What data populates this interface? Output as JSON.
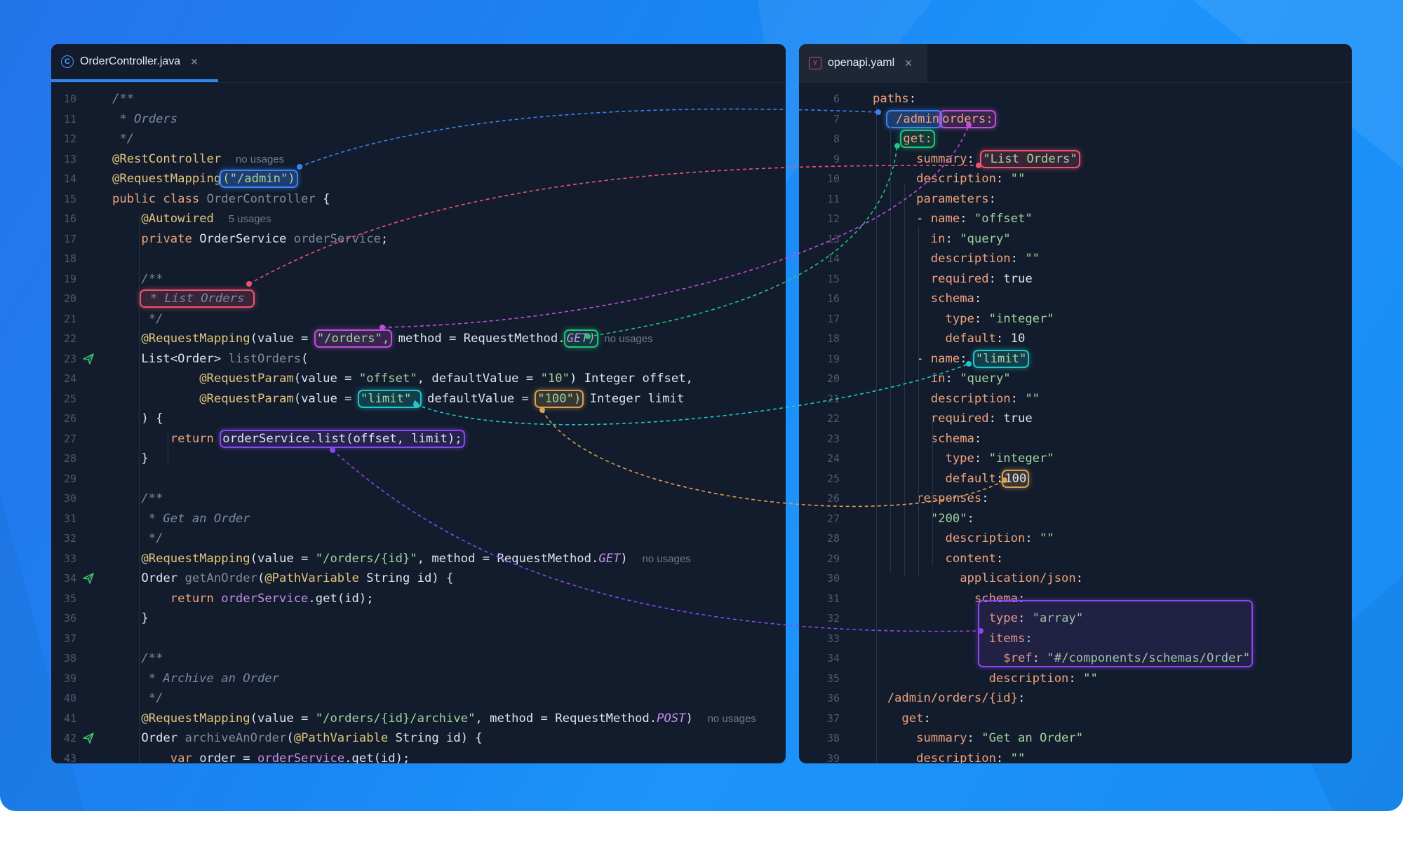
{
  "left": {
    "tab": {
      "icon": "java-class-icon",
      "label": "OrderController.java"
    },
    "lines": [
      {
        "num": "10",
        "tokens": [
          [
            "cm",
            "/**"
          ]
        ]
      },
      {
        "num": "11",
        "tokens": [
          [
            "cm",
            " * Orders"
          ]
        ]
      },
      {
        "num": "12",
        "tokens": [
          [
            "cm",
            " */"
          ]
        ]
      },
      {
        "num": "13",
        "tokens": [
          [
            "ann",
            "@RestController"
          ],
          [
            "txt",
            "  "
          ],
          [
            "hint",
            "no usages"
          ]
        ]
      },
      {
        "num": "14",
        "tokens": [
          [
            "ann",
            "@RequestMapping"
          ],
          [
            "hl-blue:str",
            "(\"/admin\")"
          ]
        ]
      },
      {
        "num": "15",
        "tokens": [
          [
            "kw",
            "public class "
          ],
          [
            "dim",
            "OrderController "
          ],
          [
            "txt",
            "{"
          ]
        ]
      },
      {
        "num": "16",
        "tokens": [
          [
            "txt",
            "    "
          ],
          [
            "ann",
            "@Autowired"
          ],
          [
            "txt",
            "  "
          ],
          [
            "hint",
            "5 usages"
          ]
        ]
      },
      {
        "num": "17",
        "tokens": [
          [
            "txt",
            "    "
          ],
          [
            "kw",
            "private "
          ],
          [
            "txt",
            "OrderService "
          ],
          [
            "dim",
            "orderService"
          ],
          [
            "txt",
            ";"
          ]
        ]
      },
      {
        "num": "18",
        "tokens": []
      },
      {
        "num": "19",
        "tokens": [
          [
            "cm",
            "    /**"
          ]
        ]
      },
      {
        "num": "20",
        "tokens": [
          [
            "txt",
            "    "
          ],
          [
            "hl-pink:cm",
            " * List Orders "
          ]
        ]
      },
      {
        "num": "21",
        "tokens": [
          [
            "cm",
            "     */"
          ]
        ]
      },
      {
        "num": "22",
        "tokens": [
          [
            "txt",
            "    "
          ],
          [
            "ann",
            "@RequestMapping"
          ],
          [
            "txt",
            "(value = "
          ],
          [
            "hl-magenta:str",
            "\"/orders\","
          ],
          [
            "txt",
            " method = RequestMethod."
          ],
          [
            "hl-green:en",
            "GET)"
          ],
          [
            "txt",
            " "
          ],
          [
            "hint",
            "no usages"
          ]
        ]
      },
      {
        "num": "23",
        "gutter": "send-icon",
        "tokens": [
          [
            "txt",
            "    List<Order> "
          ],
          [
            "dim",
            "listOrders"
          ],
          [
            "txt",
            "("
          ]
        ]
      },
      {
        "num": "24",
        "tokens": [
          [
            "txt",
            "            "
          ],
          [
            "ann",
            "@RequestParam"
          ],
          [
            "txt",
            "(value = "
          ],
          [
            "str",
            "\"offset\""
          ],
          [
            "txt",
            ", defaultValue = "
          ],
          [
            "str",
            "\"10\""
          ],
          [
            "txt",
            ") Integer offset,"
          ]
        ]
      },
      {
        "num": "25",
        "tokens": [
          [
            "txt",
            "            "
          ],
          [
            "ann",
            "@RequestParam"
          ],
          [
            "txt",
            "(value = "
          ],
          [
            "hl-cyan:str",
            "\"limit\","
          ],
          [
            "txt",
            " defaultValue = "
          ],
          [
            "hl-amber:str",
            "\"100\")"
          ],
          [
            "txt",
            " Integer limit"
          ]
        ]
      },
      {
        "num": "26",
        "tokens": [
          [
            "txt",
            "    ) {"
          ]
        ]
      },
      {
        "num": "27",
        "tokens": [
          [
            "txt",
            "        "
          ],
          [
            "kw",
            "return "
          ],
          [
            "hl-purple:txt",
            "orderService.list(offset, limit);"
          ]
        ]
      },
      {
        "num": "28",
        "tokens": [
          [
            "txt",
            "    }"
          ]
        ]
      },
      {
        "num": "29",
        "tokens": []
      },
      {
        "num": "30",
        "tokens": [
          [
            "cm",
            "    /**"
          ]
        ]
      },
      {
        "num": "31",
        "tokens": [
          [
            "cm",
            "     * Get an Order"
          ]
        ]
      },
      {
        "num": "32",
        "tokens": [
          [
            "cm",
            "     */"
          ]
        ]
      },
      {
        "num": "33",
        "tokens": [
          [
            "txt",
            "    "
          ],
          [
            "ann",
            "@RequestMapping"
          ],
          [
            "txt",
            "(value = "
          ],
          [
            "str",
            "\"/orders/{id}\""
          ],
          [
            "txt",
            ", method = RequestMethod."
          ],
          [
            "en",
            "GET"
          ],
          [
            "txt",
            ")  "
          ],
          [
            "hint",
            "no usages"
          ]
        ]
      },
      {
        "num": "34",
        "gutter": "send-icon",
        "tokens": [
          [
            "txt",
            "    Order "
          ],
          [
            "dim",
            "getAnOrder"
          ],
          [
            "txt",
            "("
          ],
          [
            "ann",
            "@PathVariable"
          ],
          [
            "txt",
            " String id) {"
          ]
        ]
      },
      {
        "num": "35",
        "tokens": [
          [
            "txt",
            "        "
          ],
          [
            "kw",
            "return "
          ],
          [
            "fld",
            "orderService"
          ],
          [
            "txt",
            ".get(id);"
          ]
        ]
      },
      {
        "num": "36",
        "tokens": [
          [
            "txt",
            "    }"
          ]
        ]
      },
      {
        "num": "37",
        "tokens": []
      },
      {
        "num": "38",
        "tokens": [
          [
            "cm",
            "    /**"
          ]
        ]
      },
      {
        "num": "39",
        "tokens": [
          [
            "cm",
            "     * Archive an Order"
          ]
        ]
      },
      {
        "num": "40",
        "tokens": [
          [
            "cm",
            "     */"
          ]
        ]
      },
      {
        "num": "41",
        "tokens": [
          [
            "txt",
            "    "
          ],
          [
            "ann",
            "@RequestMapping"
          ],
          [
            "txt",
            "(value = "
          ],
          [
            "str",
            "\"/orders/{id}/archive\""
          ],
          [
            "txt",
            ", method = RequestMethod."
          ],
          [
            "en",
            "POST"
          ],
          [
            "txt",
            ")  "
          ],
          [
            "hint",
            "no usages"
          ]
        ]
      },
      {
        "num": "42",
        "gutter": "send-icon",
        "tokens": [
          [
            "txt",
            "    Order "
          ],
          [
            "dim",
            "archiveAnOrder"
          ],
          [
            "txt",
            "("
          ],
          [
            "ann",
            "@PathVariable"
          ],
          [
            "txt",
            " String id) {"
          ]
        ]
      },
      {
        "num": "43",
        "tokens": [
          [
            "txt",
            "        "
          ],
          [
            "kw",
            "var "
          ],
          [
            "txt",
            "order = "
          ],
          [
            "fld",
            "orderService"
          ],
          [
            "txt",
            ".get(id);"
          ]
        ]
      }
    ]
  },
  "right": {
    "tab": {
      "icon": "yaml-file-icon",
      "label": "openapi.yaml"
    },
    "lines": [
      {
        "num": "6",
        "tokens": [
          [
            "key",
            "paths"
          ],
          [
            "txt",
            ":"
          ]
        ]
      },
      {
        "num": "7",
        "tokens": [
          [
            "txt",
            "  "
          ],
          [
            "hl-blue:key",
            " /admin"
          ],
          [
            "hl-magenta:key",
            "orders:"
          ]
        ]
      },
      {
        "num": "8",
        "tokens": [
          [
            "txt",
            "    "
          ],
          [
            "hl-green:key",
            "get:"
          ]
        ]
      },
      {
        "num": "9",
        "tokens": [
          [
            "txt",
            "      "
          ],
          [
            "key",
            "summary"
          ],
          [
            "txt",
            ": "
          ],
          [
            "hl-pink:yval",
            "\"List Orders\""
          ]
        ]
      },
      {
        "num": "10",
        "tokens": [
          [
            "txt",
            "      "
          ],
          [
            "key",
            "description"
          ],
          [
            "txt",
            ": "
          ],
          [
            "yval",
            "\"\""
          ]
        ]
      },
      {
        "num": "11",
        "tokens": [
          [
            "txt",
            "      "
          ],
          [
            "key",
            "parameters"
          ],
          [
            "txt",
            ":"
          ]
        ]
      },
      {
        "num": "12",
        "tokens": [
          [
            "txt",
            "      - "
          ],
          [
            "key",
            "name"
          ],
          [
            "txt",
            ": "
          ],
          [
            "yval",
            "\"offset\""
          ]
        ]
      },
      {
        "num": "13",
        "tokens": [
          [
            "txt",
            "        "
          ],
          [
            "key",
            "in"
          ],
          [
            "txt",
            ": "
          ],
          [
            "yval",
            "\"query\""
          ]
        ]
      },
      {
        "num": "14",
        "tokens": [
          [
            "txt",
            "        "
          ],
          [
            "key",
            "description"
          ],
          [
            "txt",
            ": "
          ],
          [
            "yval",
            "\"\""
          ]
        ]
      },
      {
        "num": "15",
        "tokens": [
          [
            "txt",
            "        "
          ],
          [
            "key",
            "required"
          ],
          [
            "txt",
            ": true"
          ]
        ]
      },
      {
        "num": "16",
        "tokens": [
          [
            "txt",
            "        "
          ],
          [
            "key",
            "schema"
          ],
          [
            "txt",
            ":"
          ]
        ]
      },
      {
        "num": "17",
        "tokens": [
          [
            "txt",
            "          "
          ],
          [
            "key",
            "type"
          ],
          [
            "txt",
            ": "
          ],
          [
            "yval",
            "\"integer\""
          ]
        ]
      },
      {
        "num": "18",
        "tokens": [
          [
            "txt",
            "          "
          ],
          [
            "key",
            "default"
          ],
          [
            "txt",
            ": 10"
          ]
        ]
      },
      {
        "num": "19",
        "tokens": [
          [
            "txt",
            "      - "
          ],
          [
            "key",
            "name"
          ],
          [
            "txt",
            ": "
          ],
          [
            "hl-cyan:yval",
            "\"limit\""
          ]
        ]
      },
      {
        "num": "20",
        "tokens": [
          [
            "txt",
            "        "
          ],
          [
            "key",
            "in"
          ],
          [
            "txt",
            ": "
          ],
          [
            "yval",
            "\"query\""
          ]
        ]
      },
      {
        "num": "21",
        "tokens": [
          [
            "txt",
            "        "
          ],
          [
            "key",
            "description"
          ],
          [
            "txt",
            ": "
          ],
          [
            "yval",
            "\"\""
          ]
        ]
      },
      {
        "num": "22",
        "tokens": [
          [
            "txt",
            "        "
          ],
          [
            "key",
            "required"
          ],
          [
            "txt",
            ": true"
          ]
        ]
      },
      {
        "num": "23",
        "tokens": [
          [
            "txt",
            "        "
          ],
          [
            "key",
            "schema"
          ],
          [
            "txt",
            ":"
          ]
        ]
      },
      {
        "num": "24",
        "tokens": [
          [
            "txt",
            "          "
          ],
          [
            "key",
            "type"
          ],
          [
            "txt",
            ": "
          ],
          [
            "yval",
            "\"integer\""
          ]
        ]
      },
      {
        "num": "25",
        "tokens": [
          [
            "txt",
            "          "
          ],
          [
            "key",
            "default"
          ],
          [
            "txt",
            ":"
          ],
          [
            "hl-amber:txt",
            "100"
          ]
        ]
      },
      {
        "num": "26",
        "tokens": [
          [
            "txt",
            "      "
          ],
          [
            "key",
            "responses"
          ],
          [
            "txt",
            ":"
          ]
        ]
      },
      {
        "num": "27",
        "tokens": [
          [
            "txt",
            "        "
          ],
          [
            "yval",
            "\"200\""
          ],
          [
            "txt",
            ":"
          ]
        ]
      },
      {
        "num": "28",
        "tokens": [
          [
            "txt",
            "          "
          ],
          [
            "key",
            "description"
          ],
          [
            "txt",
            ": "
          ],
          [
            "yval",
            "\"\""
          ]
        ]
      },
      {
        "num": "29",
        "tokens": [
          [
            "txt",
            "          "
          ],
          [
            "key",
            "content"
          ],
          [
            "txt",
            ":"
          ]
        ]
      },
      {
        "num": "30",
        "tokens": [
          [
            "txt",
            "            "
          ],
          [
            "key",
            "application/json"
          ],
          [
            "txt",
            ":"
          ]
        ]
      },
      {
        "num": "31",
        "tokens": [
          [
            "txt",
            "              "
          ],
          [
            "key",
            "schema"
          ],
          [
            "txt",
            ":"
          ]
        ]
      },
      {
        "num": "32",
        "tokens": [
          [
            "txt",
            "                "
          ],
          [
            "key",
            "type"
          ],
          [
            "txt",
            ": "
          ],
          [
            "yval",
            "\"array\""
          ]
        ]
      },
      {
        "num": "33",
        "tokens": [
          [
            "txt",
            "                "
          ],
          [
            "key",
            "items"
          ],
          [
            "txt",
            ":"
          ]
        ]
      },
      {
        "num": "34",
        "tokens": [
          [
            "txt",
            "                  "
          ],
          [
            "key",
            "$ref"
          ],
          [
            "txt",
            ": "
          ],
          [
            "yval",
            "\"#/components/schemas/Order\""
          ]
        ]
      },
      {
        "num": "35",
        "tokens": [
          [
            "txt",
            "                "
          ],
          [
            "key",
            "description"
          ],
          [
            "txt",
            ": "
          ],
          [
            "yval",
            "\"\""
          ]
        ]
      },
      {
        "num": "36",
        "tokens": [
          [
            "txt",
            "  "
          ],
          [
            "key",
            "/admin/orders/{id}"
          ],
          [
            "txt",
            ":"
          ]
        ]
      },
      {
        "num": "37",
        "tokens": [
          [
            "txt",
            "    "
          ],
          [
            "key",
            "get"
          ],
          [
            "txt",
            ":"
          ]
        ]
      },
      {
        "num": "38",
        "tokens": [
          [
            "txt",
            "      "
          ],
          [
            "key",
            "summary"
          ],
          [
            "txt",
            ": "
          ],
          [
            "yval",
            "\"Get an Order\""
          ]
        ]
      },
      {
        "num": "39",
        "tokens": [
          [
            "txt",
            "      "
          ],
          [
            "key",
            "description"
          ],
          [
            "txt",
            ": "
          ],
          [
            "yval",
            "\"\""
          ]
        ]
      }
    ]
  },
  "colors": {
    "blue": "#3b82f6",
    "pink": "#f0536e",
    "magenta": "#c04ed8",
    "green": "#22c47a",
    "cyan": "#1fc7cc",
    "amber": "#d9a052",
    "purple": "#8a46f0"
  }
}
